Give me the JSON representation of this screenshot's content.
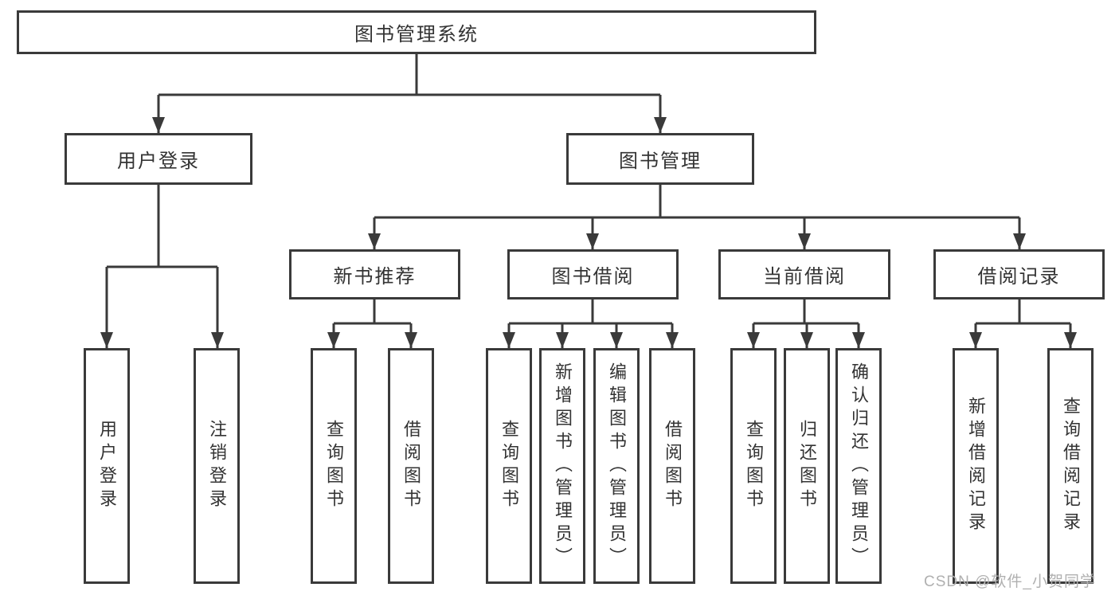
{
  "diagram": {
    "type": "hierarchy-tree",
    "title": "图书管理系统",
    "colors": {
      "background": "#ffffff",
      "line": "#3a3a3a",
      "box_border": "#3a3a3a",
      "text": "#333333",
      "watermark_text": "#b0b0b0"
    },
    "nodes": {
      "root": {
        "label": "图书管理系统"
      },
      "login": {
        "label": "用户登录"
      },
      "mgmt": {
        "label": "图书管理"
      },
      "newrec": {
        "label": "新书推荐"
      },
      "borrow": {
        "label": "图书借阅"
      },
      "current": {
        "label": "当前借阅"
      },
      "records": {
        "label": "借阅记录"
      },
      "login_l1": {
        "label": "用户登录"
      },
      "login_l2": {
        "label": "注销登录"
      },
      "newrec_l1": {
        "label": "查询图书"
      },
      "newrec_l2": {
        "label": "借阅图书"
      },
      "borrow_l1": {
        "label": "查询图书"
      },
      "borrow_l2": {
        "label": "新增图书（管理员）"
      },
      "borrow_l3": {
        "label": "编辑图书（管理员）"
      },
      "borrow_l4": {
        "label": "借阅图书"
      },
      "current_l1": {
        "label": "查询图书"
      },
      "current_l2": {
        "label": "归还图书"
      },
      "current_l3": {
        "label": "确认归还（管理员）"
      },
      "records_l1": {
        "label": "新增借阅记录"
      },
      "records_l2": {
        "label": "查询借阅记录"
      }
    },
    "edges": [
      [
        "root",
        "login"
      ],
      [
        "root",
        "mgmt"
      ],
      [
        "login",
        "login_l1"
      ],
      [
        "login",
        "login_l2"
      ],
      [
        "mgmt",
        "newrec"
      ],
      [
        "mgmt",
        "borrow"
      ],
      [
        "mgmt",
        "current"
      ],
      [
        "mgmt",
        "records"
      ],
      [
        "newrec",
        "newrec_l1"
      ],
      [
        "newrec",
        "newrec_l2"
      ],
      [
        "borrow",
        "borrow_l1"
      ],
      [
        "borrow",
        "borrow_l2"
      ],
      [
        "borrow",
        "borrow_l3"
      ],
      [
        "borrow",
        "borrow_l4"
      ],
      [
        "current",
        "current_l1"
      ],
      [
        "current",
        "current_l2"
      ],
      [
        "current",
        "current_l3"
      ],
      [
        "records",
        "records_l1"
      ],
      [
        "records",
        "records_l2"
      ]
    ],
    "watermark": "CSDN @软件_小贺同学"
  }
}
